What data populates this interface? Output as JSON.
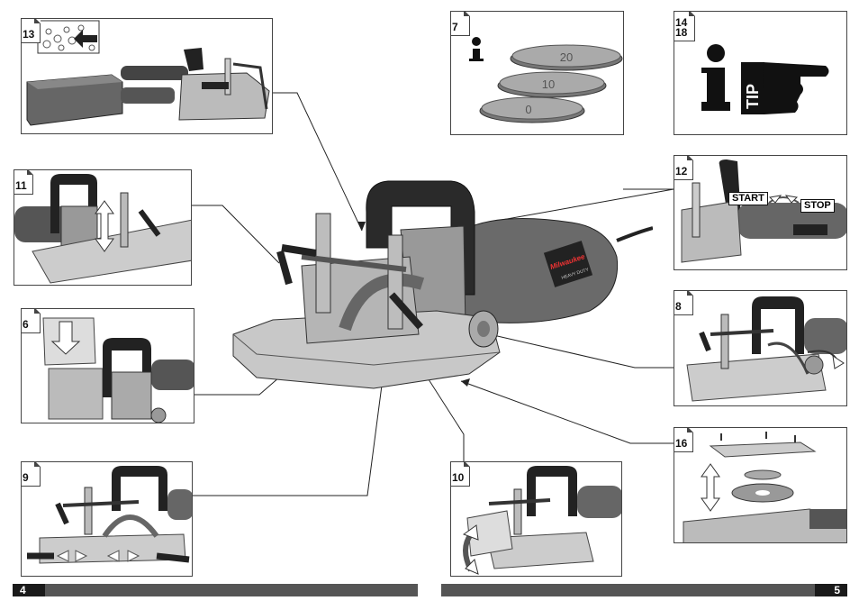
{
  "panels": {
    "p13": {
      "num": "13"
    },
    "p7": {
      "num": "7",
      "disc_labels": [
        "20",
        "10",
        "0"
      ]
    },
    "p14": {
      "num": "14\n18",
      "tip_label": "TIP"
    },
    "p11": {
      "num": "11"
    },
    "p12": {
      "num": "12",
      "start_label": "START",
      "stop_label": "STOP"
    },
    "p6": {
      "num": "6"
    },
    "p8": {
      "num": "8"
    },
    "p16": {
      "num": "16"
    },
    "p9": {
      "num": "9"
    },
    "p10": {
      "num": "10"
    }
  },
  "pages": {
    "left": "4",
    "right": "5"
  },
  "brand": "Milwaukee",
  "model": "HEAVY DUTY"
}
